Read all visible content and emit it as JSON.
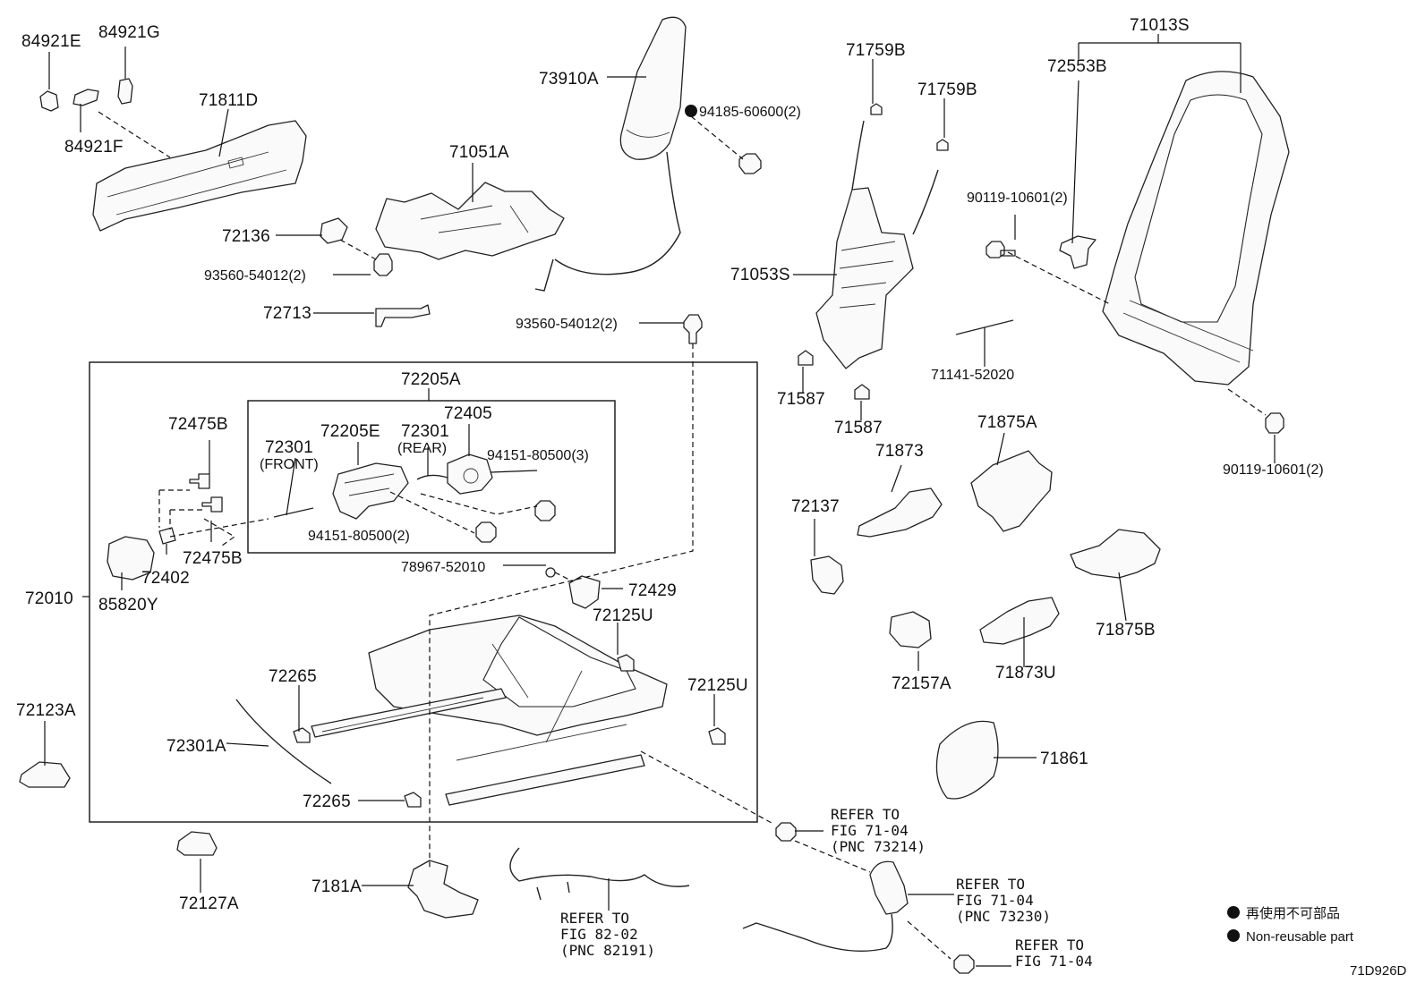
{
  "parts": {
    "p84921E": "84921E",
    "p84921G": "84921G",
    "p84921F": "84921F",
    "p71811D": "71811D",
    "p72136": "72136",
    "p93560_a": "93560-54012(2)",
    "p72713": "72713",
    "p71051A": "71051A",
    "p73910A": "73910A",
    "p94185": "94185-60600(2)",
    "p93560_b": "93560-54012(2)",
    "p71759B_a": "71759B",
    "p71759B_b": "71759B",
    "p71053S": "71053S",
    "p71587_a": "71587",
    "p71587_b": "71587",
    "p71013S": "71013S",
    "p72553B": "72553B",
    "p90119_a": "90119-10601(2)",
    "p71141": "71141-52020",
    "p90119_b": "90119-10601(2)",
    "p72205A": "72205A",
    "p72405": "72405",
    "p72475B_a": "72475B",
    "p72301_front": "72301",
    "front_note": "(FRONT)",
    "p72205E": "72205E",
    "p72301_rear": "72301",
    "rear_note": "(REAR)",
    "p94151_a": "94151-80500(3)",
    "p94151_b": "94151-80500(2)",
    "p72475B_b": "72475B",
    "p72402": "72402",
    "p72010": "72010",
    "p85820Y": "85820Y",
    "p78967": "78967-52010",
    "p72429": "72429",
    "p72125U_a": "72125U",
    "p72125U_b": "72125U",
    "p72265_a": "72265",
    "p72265_b": "72265",
    "p72301A": "72301A",
    "p72123A": "72123A",
    "p72127A": "72127A",
    "p7181A": "7181A",
    "p71873": "71873",
    "p71875A": "71875A",
    "p72137": "72137",
    "p71875B": "71875B",
    "p72157A": "72157A",
    "p71873U": "71873U",
    "p71861": "71861"
  },
  "refs": {
    "r1": [
      "REFER TO",
      "FIG 71-04",
      "(PNC 73214)"
    ],
    "r2": [
      "REFER TO",
      "FIG 71-04",
      "(PNC 73230)"
    ],
    "r3": [
      "REFER TO",
      "FIG 71-04"
    ],
    "r4": [
      "REFER TO",
      "FIG 82-02",
      "(PNC 82191)"
    ]
  },
  "legend": {
    "jp": "再使用不可部品",
    "en": "Non-reusable part"
  },
  "figure_id": "71D926D"
}
